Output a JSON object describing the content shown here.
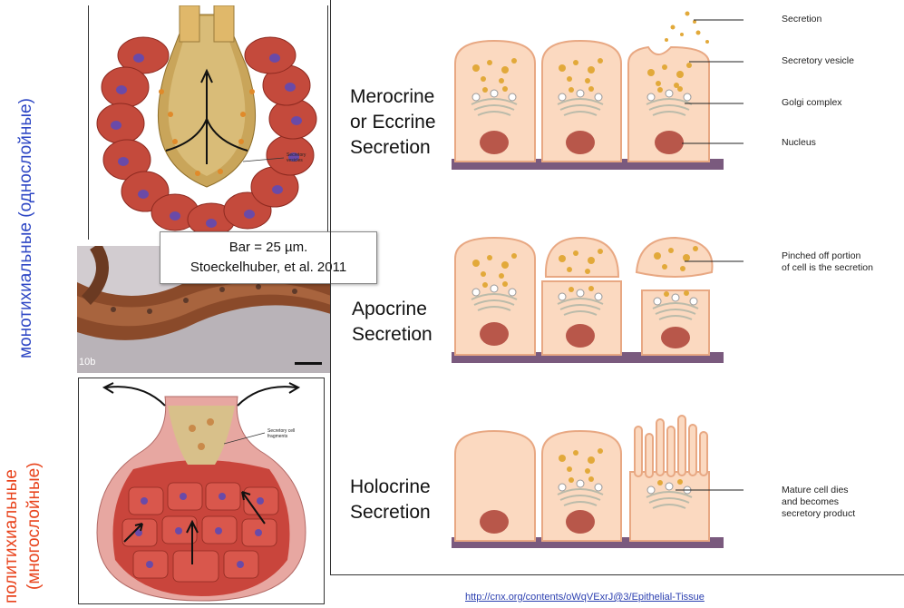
{
  "side_labels": {
    "top": "монотихиальные (однослойные)",
    "bottom_1": "политихиальные",
    "bottom_2": "(многослойные)"
  },
  "micro_caption": {
    "line1": "Bar = 25 µm.",
    "line2": "Stoeckelhuber, et al. 2011",
    "panel_tag": "10b"
  },
  "gland_labels": {
    "top": "Secretory vesicles",
    "bottom": "Secretory cell fragments"
  },
  "types": {
    "merocrine": {
      "line1": "Merocrine",
      "line2": "or Eccrine",
      "line3": "Secretion"
    },
    "apocrine": {
      "line1": "Apocrine",
      "line2": "Secretion"
    },
    "holocrine": {
      "line1": "Holocrine",
      "line2": "Secretion"
    }
  },
  "callouts": {
    "secretion": "Secretion",
    "vesicle": "Secretory vesicle",
    "golgi": "Golgi complex",
    "nucleus": "Nucleus",
    "pinched_1": "Pinched off portion",
    "pinched_2": "of cell is the secretion",
    "mature_1": "Mature cell dies",
    "mature_2": "and becomes",
    "mature_3": "secretory product"
  },
  "source_url": "http://cnx.org/contents/oWqVExrJ@3/Epithelial-Tissue",
  "colors": {
    "russian_top": "#2d46c4",
    "russian_bottom": "#e8431c",
    "cell_fill": "#fbd9c0",
    "cell_edge": "#e8a883",
    "nucleus": "#b8574a",
    "basement": "#7a5a7e",
    "granule": "#e2a93a",
    "gland_red": "#c0392b"
  }
}
